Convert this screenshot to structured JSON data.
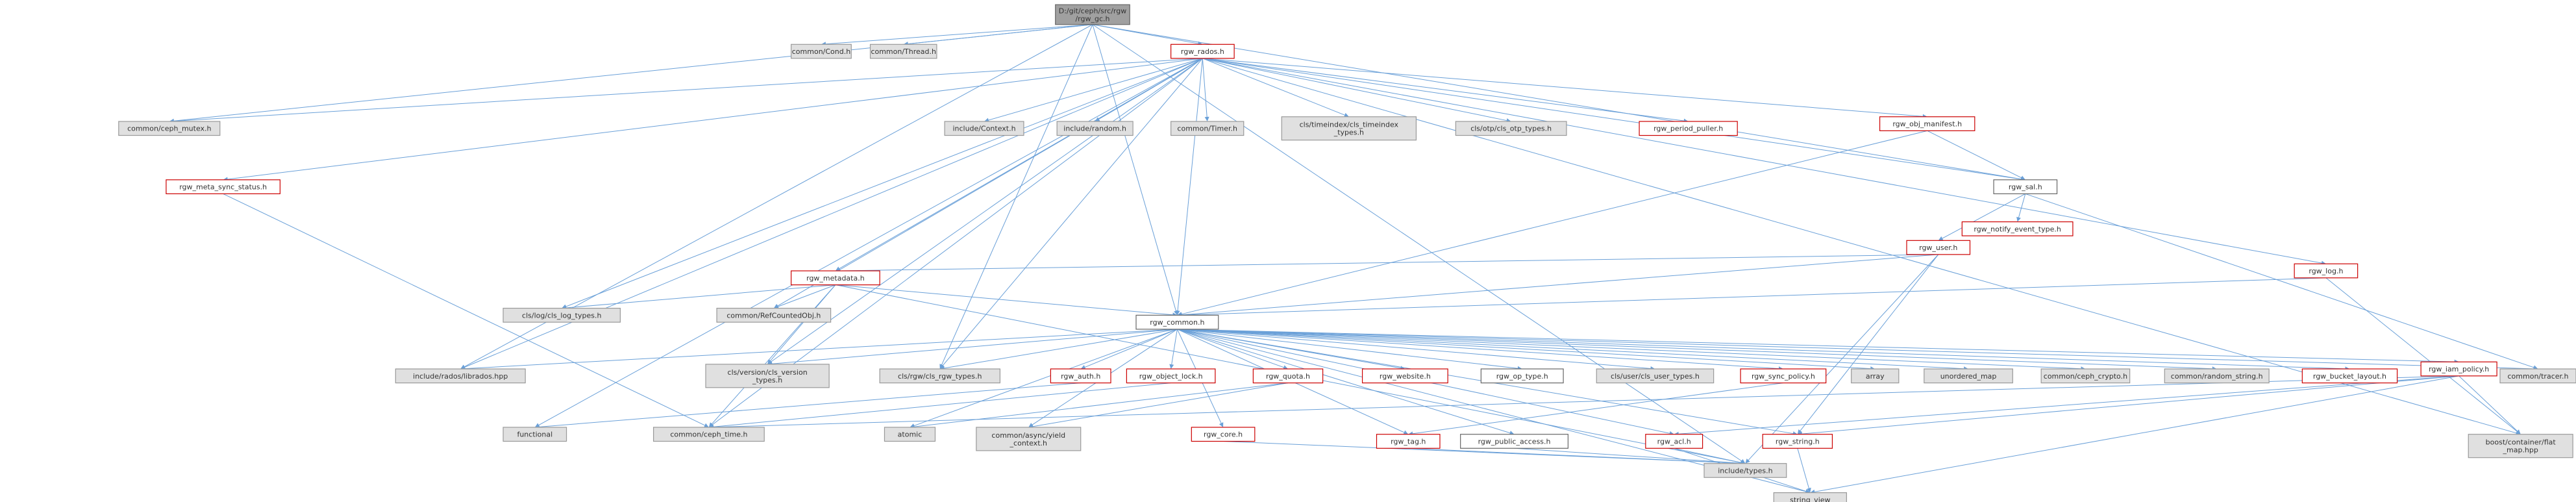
{
  "nodes": {
    "root": {
      "label": "D:/git/ceph/src/rgw\n/rgw_gc.h",
      "style": "root"
    },
    "cond": {
      "label": "common/Cond.h",
      "style": "ext"
    },
    "thread": {
      "label": "common/Thread.h",
      "style": "ext"
    },
    "rados": {
      "label": "rgw_rados.h",
      "style": "red"
    },
    "ceph_mutex": {
      "label": "common/ceph_mutex.h",
      "style": "ext"
    },
    "context": {
      "label": "include/Context.h",
      "style": "ext"
    },
    "random": {
      "label": "include/random.h",
      "style": "ext"
    },
    "timer": {
      "label": "common/Timer.h",
      "style": "ext"
    },
    "timeindex": {
      "label": "cls/timeindex/cls_timeindex\n_types.h",
      "style": "ext"
    },
    "otp": {
      "label": "cls/otp/cls_otp_types.h",
      "style": "ext"
    },
    "period": {
      "label": "rgw_period_puller.h",
      "style": "red"
    },
    "obj_manifest": {
      "label": "rgw_obj_manifest.h",
      "style": "red"
    },
    "meta_sync": {
      "label": "rgw_meta_sync_status.h",
      "style": "red"
    },
    "sal": {
      "label": "rgw_sal.h",
      "style": "plain"
    },
    "notify": {
      "label": "rgw_notify_event_type.h",
      "style": "red"
    },
    "user": {
      "label": "rgw_user.h",
      "style": "red"
    },
    "log": {
      "label": "rgw_log.h",
      "style": "red"
    },
    "metadata": {
      "label": "rgw_metadata.h",
      "style": "red"
    },
    "cls_log": {
      "label": "cls/log/cls_log_types.h",
      "style": "ext"
    },
    "refcounted": {
      "label": "common/RefCountedObj.h",
      "style": "ext"
    },
    "common": {
      "label": "rgw_common.h",
      "style": "plain"
    },
    "librados": {
      "label": "include/rados/librados.hpp",
      "style": "ext"
    },
    "cls_version": {
      "label": "cls/version/cls_version\n_types.h",
      "style": "ext"
    },
    "cls_rgw": {
      "label": "cls/rgw/cls_rgw_types.h",
      "style": "ext"
    },
    "auth": {
      "label": "rgw_auth.h",
      "style": "red"
    },
    "object_lock": {
      "label": "rgw_object_lock.h",
      "style": "red"
    },
    "quota": {
      "label": "rgw_quota.h",
      "style": "red"
    },
    "website": {
      "label": "rgw_website.h",
      "style": "red"
    },
    "op_type": {
      "label": "rgw_op_type.h",
      "style": "plain"
    },
    "cls_user": {
      "label": "cls/user/cls_user_types.h",
      "style": "ext"
    },
    "sync_policy": {
      "label": "rgw_sync_policy.h",
      "style": "red"
    },
    "array": {
      "label": "array",
      "style": "ext"
    },
    "unordered_map": {
      "label": "unordered_map",
      "style": "ext"
    },
    "ceph_crypto": {
      "label": "common/ceph_crypto.h",
      "style": "ext"
    },
    "random_string": {
      "label": "common/random_string.h",
      "style": "ext"
    },
    "bucket_layout": {
      "label": "rgw_bucket_layout.h",
      "style": "red"
    },
    "iam_policy": {
      "label": "rgw_iam_policy.h",
      "style": "red"
    },
    "tracer": {
      "label": "common/tracer.h",
      "style": "ext"
    },
    "functional": {
      "label": "functional",
      "style": "ext"
    },
    "ceph_time": {
      "label": "common/ceph_time.h",
      "style": "ext"
    },
    "atomic": {
      "label": "atomic",
      "style": "ext"
    },
    "yield": {
      "label": "common/async/yield\n_context.h",
      "style": "ext"
    },
    "core": {
      "label": "rgw_core.h",
      "style": "red"
    },
    "tag": {
      "label": "rgw_tag.h",
      "style": "red"
    },
    "public_access": {
      "label": "rgw_public_access.h",
      "style": "plain"
    },
    "acl": {
      "label": "rgw_acl.h",
      "style": "red"
    },
    "rgw_string": {
      "label": "rgw_string.h",
      "style": "red"
    },
    "flat_map": {
      "label": "boost/container/flat\n_map.hpp",
      "style": "ext"
    },
    "types": {
      "label": "include/types.h",
      "style": "ext"
    },
    "string_view": {
      "label": "string_view",
      "style": "ext"
    }
  },
  "edges": [
    [
      "root",
      "cond"
    ],
    [
      "root",
      "thread"
    ],
    [
      "root",
      "rados"
    ],
    [
      "root",
      "ceph_mutex"
    ],
    [
      "root",
      "sal"
    ],
    [
      "root",
      "cls_rgw"
    ],
    [
      "root",
      "common"
    ],
    [
      "root",
      "types"
    ],
    [
      "root",
      "librados"
    ],
    [
      "rados",
      "ceph_mutex"
    ],
    [
      "rados",
      "context"
    ],
    [
      "rados",
      "random"
    ],
    [
      "rados",
      "timer"
    ],
    [
      "rados",
      "timeindex"
    ],
    [
      "rados",
      "otp"
    ],
    [
      "rados",
      "period"
    ],
    [
      "rados",
      "obj_manifest"
    ],
    [
      "rados",
      "meta_sync"
    ],
    [
      "rados",
      "sal"
    ],
    [
      "rados",
      "log"
    ],
    [
      "rados",
      "metadata"
    ],
    [
      "rados",
      "cls_log"
    ],
    [
      "rados",
      "refcounted"
    ],
    [
      "rados",
      "librados"
    ],
    [
      "rados",
      "cls_version"
    ],
    [
      "rados",
      "cls_rgw"
    ],
    [
      "rados",
      "common"
    ],
    [
      "rados",
      "functional"
    ],
    [
      "rados",
      "ceph_time"
    ],
    [
      "rados",
      "flat_map"
    ],
    [
      "obj_manifest",
      "sal"
    ],
    [
      "obj_manifest",
      "common"
    ],
    [
      "meta_sync",
      "ceph_time"
    ],
    [
      "sal",
      "notify"
    ],
    [
      "sal",
      "user"
    ],
    [
      "sal",
      "tracer"
    ],
    [
      "user",
      "metadata"
    ],
    [
      "user",
      "common"
    ],
    [
      "user",
      "rgw_string"
    ],
    [
      "user",
      "types"
    ],
    [
      "log",
      "common"
    ],
    [
      "log",
      "flat_map"
    ],
    [
      "metadata",
      "cls_log"
    ],
    [
      "metadata",
      "refcounted"
    ],
    [
      "metadata",
      "common"
    ],
    [
      "metadata",
      "cls_version"
    ],
    [
      "metadata",
      "ceph_time"
    ],
    [
      "metadata",
      "types"
    ],
    [
      "common",
      "librados"
    ],
    [
      "common",
      "cls_version"
    ],
    [
      "common",
      "cls_rgw"
    ],
    [
      "common",
      "auth"
    ],
    [
      "common",
      "object_lock"
    ],
    [
      "common",
      "quota"
    ],
    [
      "common",
      "website"
    ],
    [
      "common",
      "op_type"
    ],
    [
      "common",
      "cls_user"
    ],
    [
      "common",
      "sync_policy"
    ],
    [
      "common",
      "array"
    ],
    [
      "common",
      "unordered_map"
    ],
    [
      "common",
      "ceph_crypto"
    ],
    [
      "common",
      "random_string"
    ],
    [
      "common",
      "bucket_layout"
    ],
    [
      "common",
      "iam_policy"
    ],
    [
      "common",
      "tracer"
    ],
    [
      "common",
      "atomic"
    ],
    [
      "common",
      "yield"
    ],
    [
      "common",
      "core"
    ],
    [
      "common",
      "tag"
    ],
    [
      "common",
      "public_access"
    ],
    [
      "common",
      "acl"
    ],
    [
      "common",
      "rgw_string"
    ],
    [
      "common",
      "string_view"
    ],
    [
      "auth",
      "functional"
    ],
    [
      "object_lock",
      "ceph_time"
    ],
    [
      "quota",
      "atomic"
    ],
    [
      "quota",
      "yield"
    ],
    [
      "core",
      "types"
    ],
    [
      "sync_policy",
      "tag"
    ],
    [
      "tag",
      "types"
    ],
    [
      "public_access",
      "types"
    ],
    [
      "iam_policy",
      "ceph_time"
    ],
    [
      "iam_policy",
      "acl"
    ],
    [
      "iam_policy",
      "rgw_string"
    ],
    [
      "iam_policy",
      "flat_map"
    ],
    [
      "iam_policy",
      "string_view"
    ],
    [
      "acl",
      "types"
    ],
    [
      "acl",
      "string_view"
    ],
    [
      "rgw_string",
      "string_view"
    ]
  ],
  "colors": {
    "edge": "#6aa0d8",
    "red_border": "#cc0000",
    "gray_fill": "#e0e0e0",
    "gray_border": "#999999",
    "root_fill": "#a0a0a0",
    "text": "#333333"
  }
}
